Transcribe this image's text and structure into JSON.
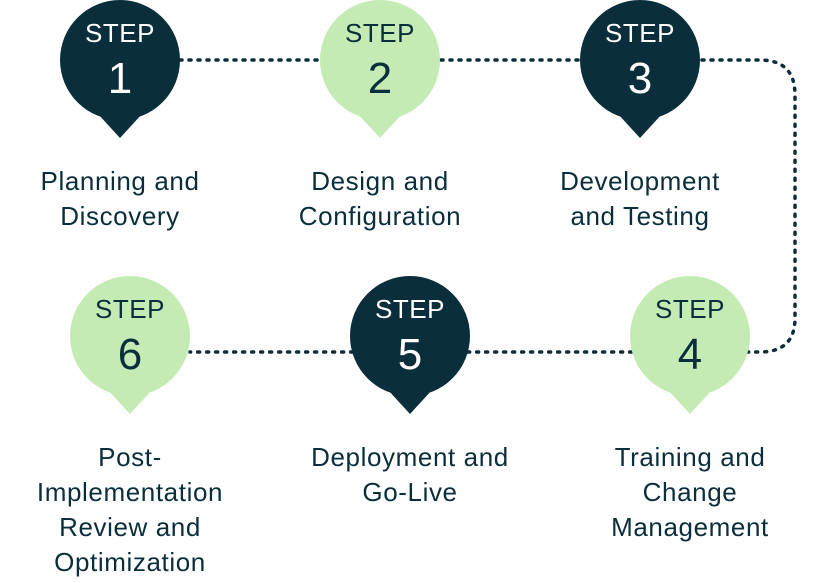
{
  "steps": [
    {
      "word": "STEP",
      "number": "1",
      "title": "Planning and\nDiscovery",
      "theme": "dark"
    },
    {
      "word": "STEP",
      "number": "2",
      "title": "Design and\nConfiguration",
      "theme": "light"
    },
    {
      "word": "STEP",
      "number": "3",
      "title": "Development\nand Testing",
      "theme": "dark"
    },
    {
      "word": "STEP",
      "number": "4",
      "title": "Training and\nChange\nManagement",
      "theme": "light"
    },
    {
      "word": "STEP",
      "number": "5",
      "title": "Deployment and\nGo-Live",
      "theme": "dark"
    },
    {
      "word": "STEP",
      "number": "6",
      "title": "Post-\nImplementation\nReview and\nOptimization",
      "theme": "light"
    }
  ],
  "colors": {
    "dark": "#0b2e3c",
    "light": "#c4ebb4",
    "text": "#0a2e3b",
    "connector": "#0b2e3c"
  }
}
